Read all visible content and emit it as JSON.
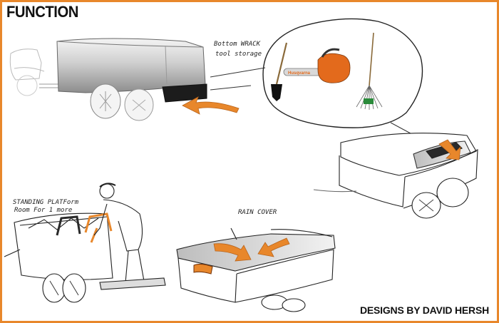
{
  "page": {
    "title": "FUNCTION",
    "credit": "DESIGNS BY DAVID HERSH",
    "accent_color": "#e8872b"
  },
  "annotations": {
    "storage_line1": "Bottom WRACK",
    "storage_line2": "tool storage",
    "platform_line1": "STANDING PLATForm",
    "platform_line2": "Room For 1 more",
    "rain_cover": "RAIN COVER"
  },
  "tools": {
    "chainsaw_brand": "Husqvarna"
  },
  "icons": [
    "shovel-icon",
    "chainsaw-icon",
    "rake-icon"
  ]
}
